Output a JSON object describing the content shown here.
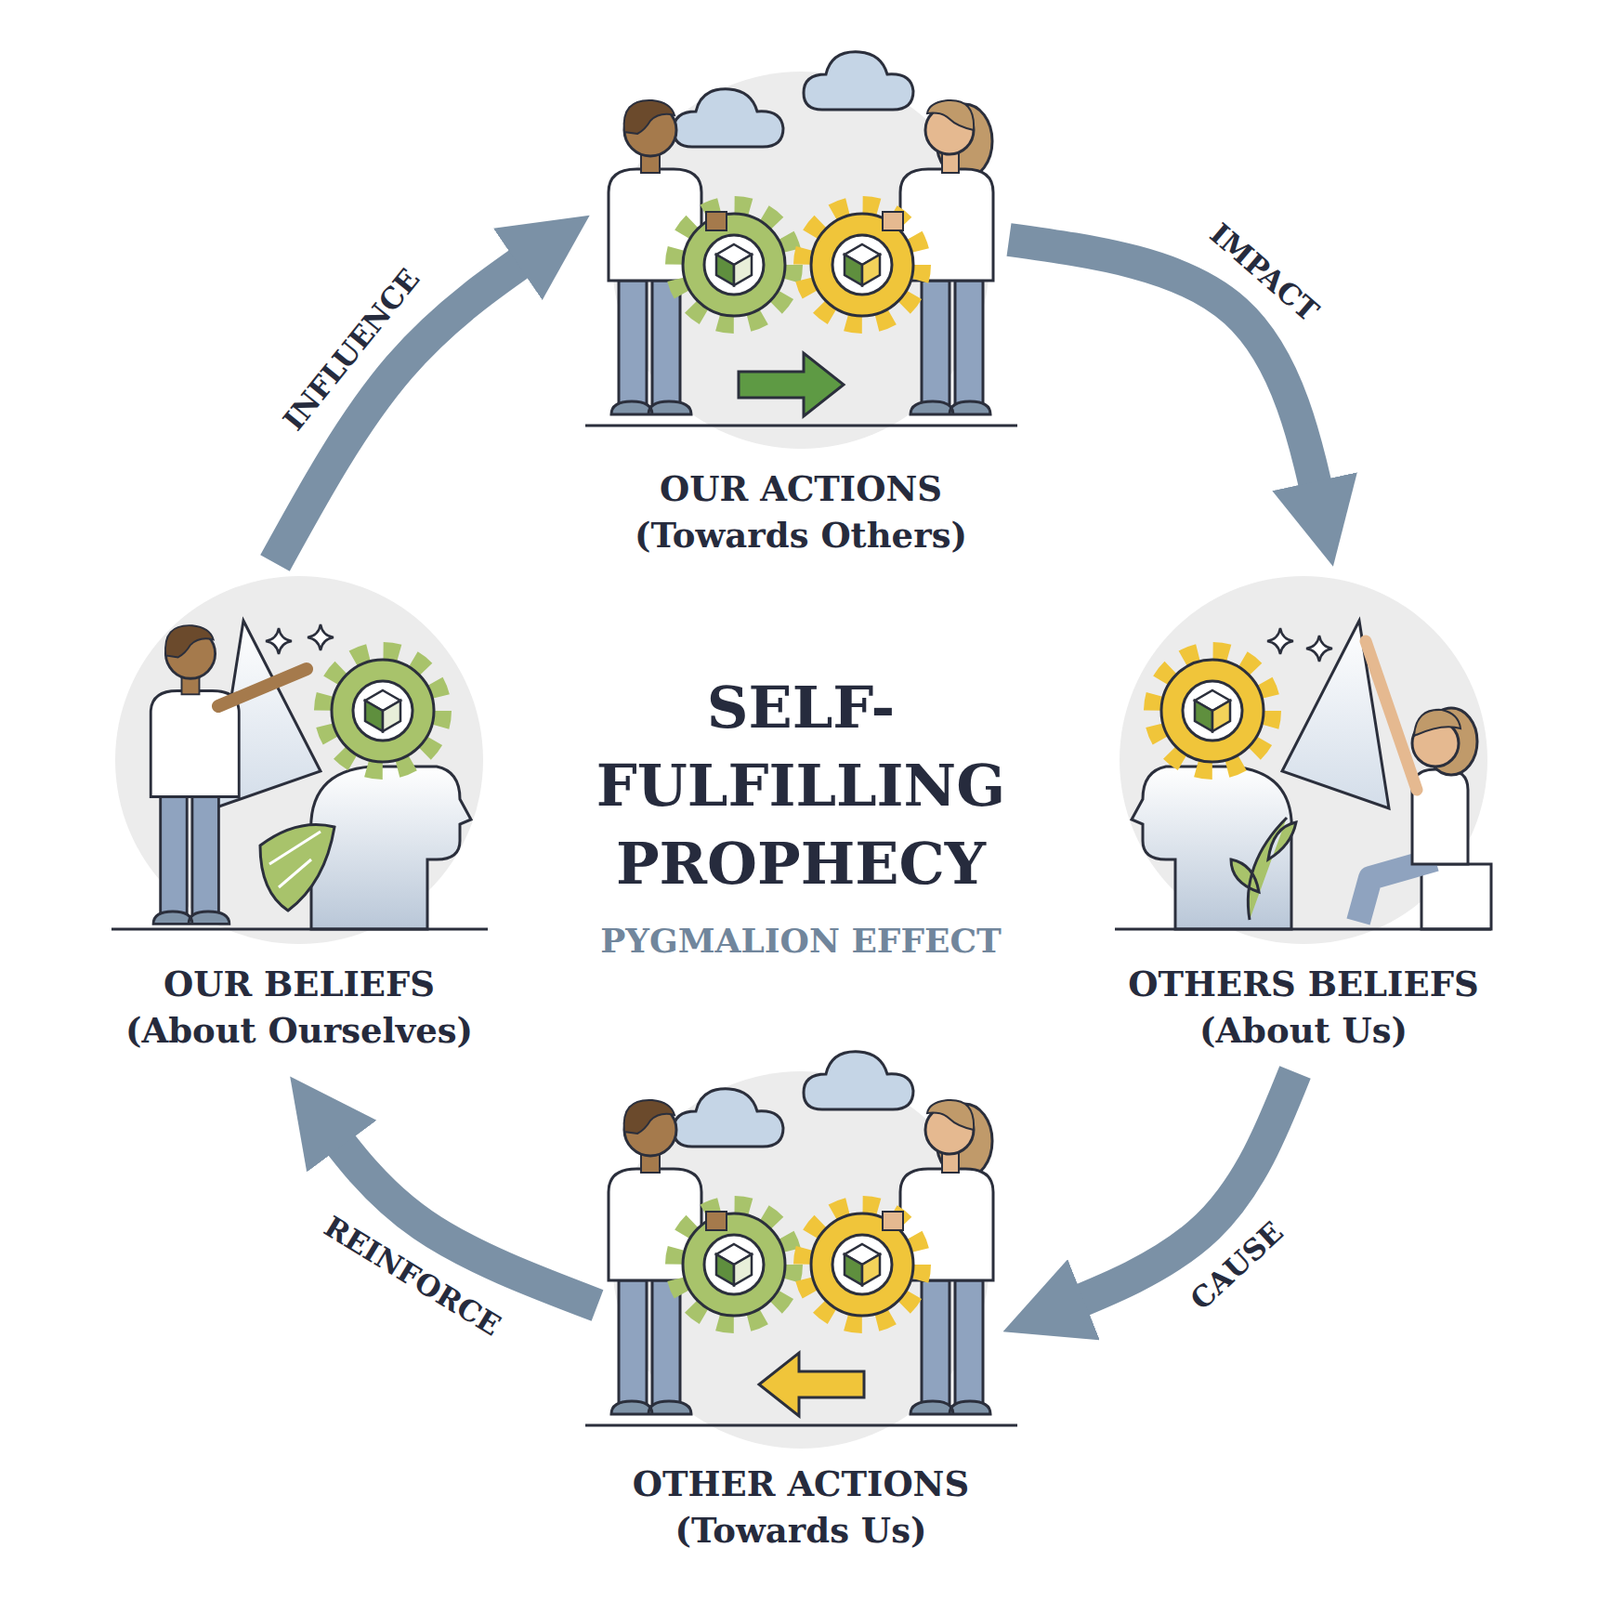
{
  "diagram": {
    "title": "SELF- FULFILLING PROPHECY",
    "nodes": [
      {
        "text": [
          "OUR ACTIONS",
          "(Towards Others)"
        ]
      },
      {
        "text": [
          "OUR BELIEFS",
          "(About Ourselves)"
        ]
      },
      {
        "text": [
          "OTHERS BELIEFS",
          "(About Us)"
        ]
      },
      {
        "text": [
          "OTHER ACTIONS",
          "(Towards Us)"
        ]
      }
    ],
    "edges": [
      {
        "from": 0,
        "to": 2,
        "arrow": "to",
        "label": "IMPACT"
      },
      {
        "from": 2,
        "to": 3,
        "arrow": "to",
        "label": "CAUSE"
      },
      {
        "from": 3,
        "to": 1,
        "arrow": "to",
        "label": "REINFORCE"
      },
      {
        "from": 1,
        "to": 0,
        "arrow": "to",
        "label": "INFLUENCE"
      }
    ],
    "labels": [
      "PYGMALION EFFECT"
    ]
  }
}
